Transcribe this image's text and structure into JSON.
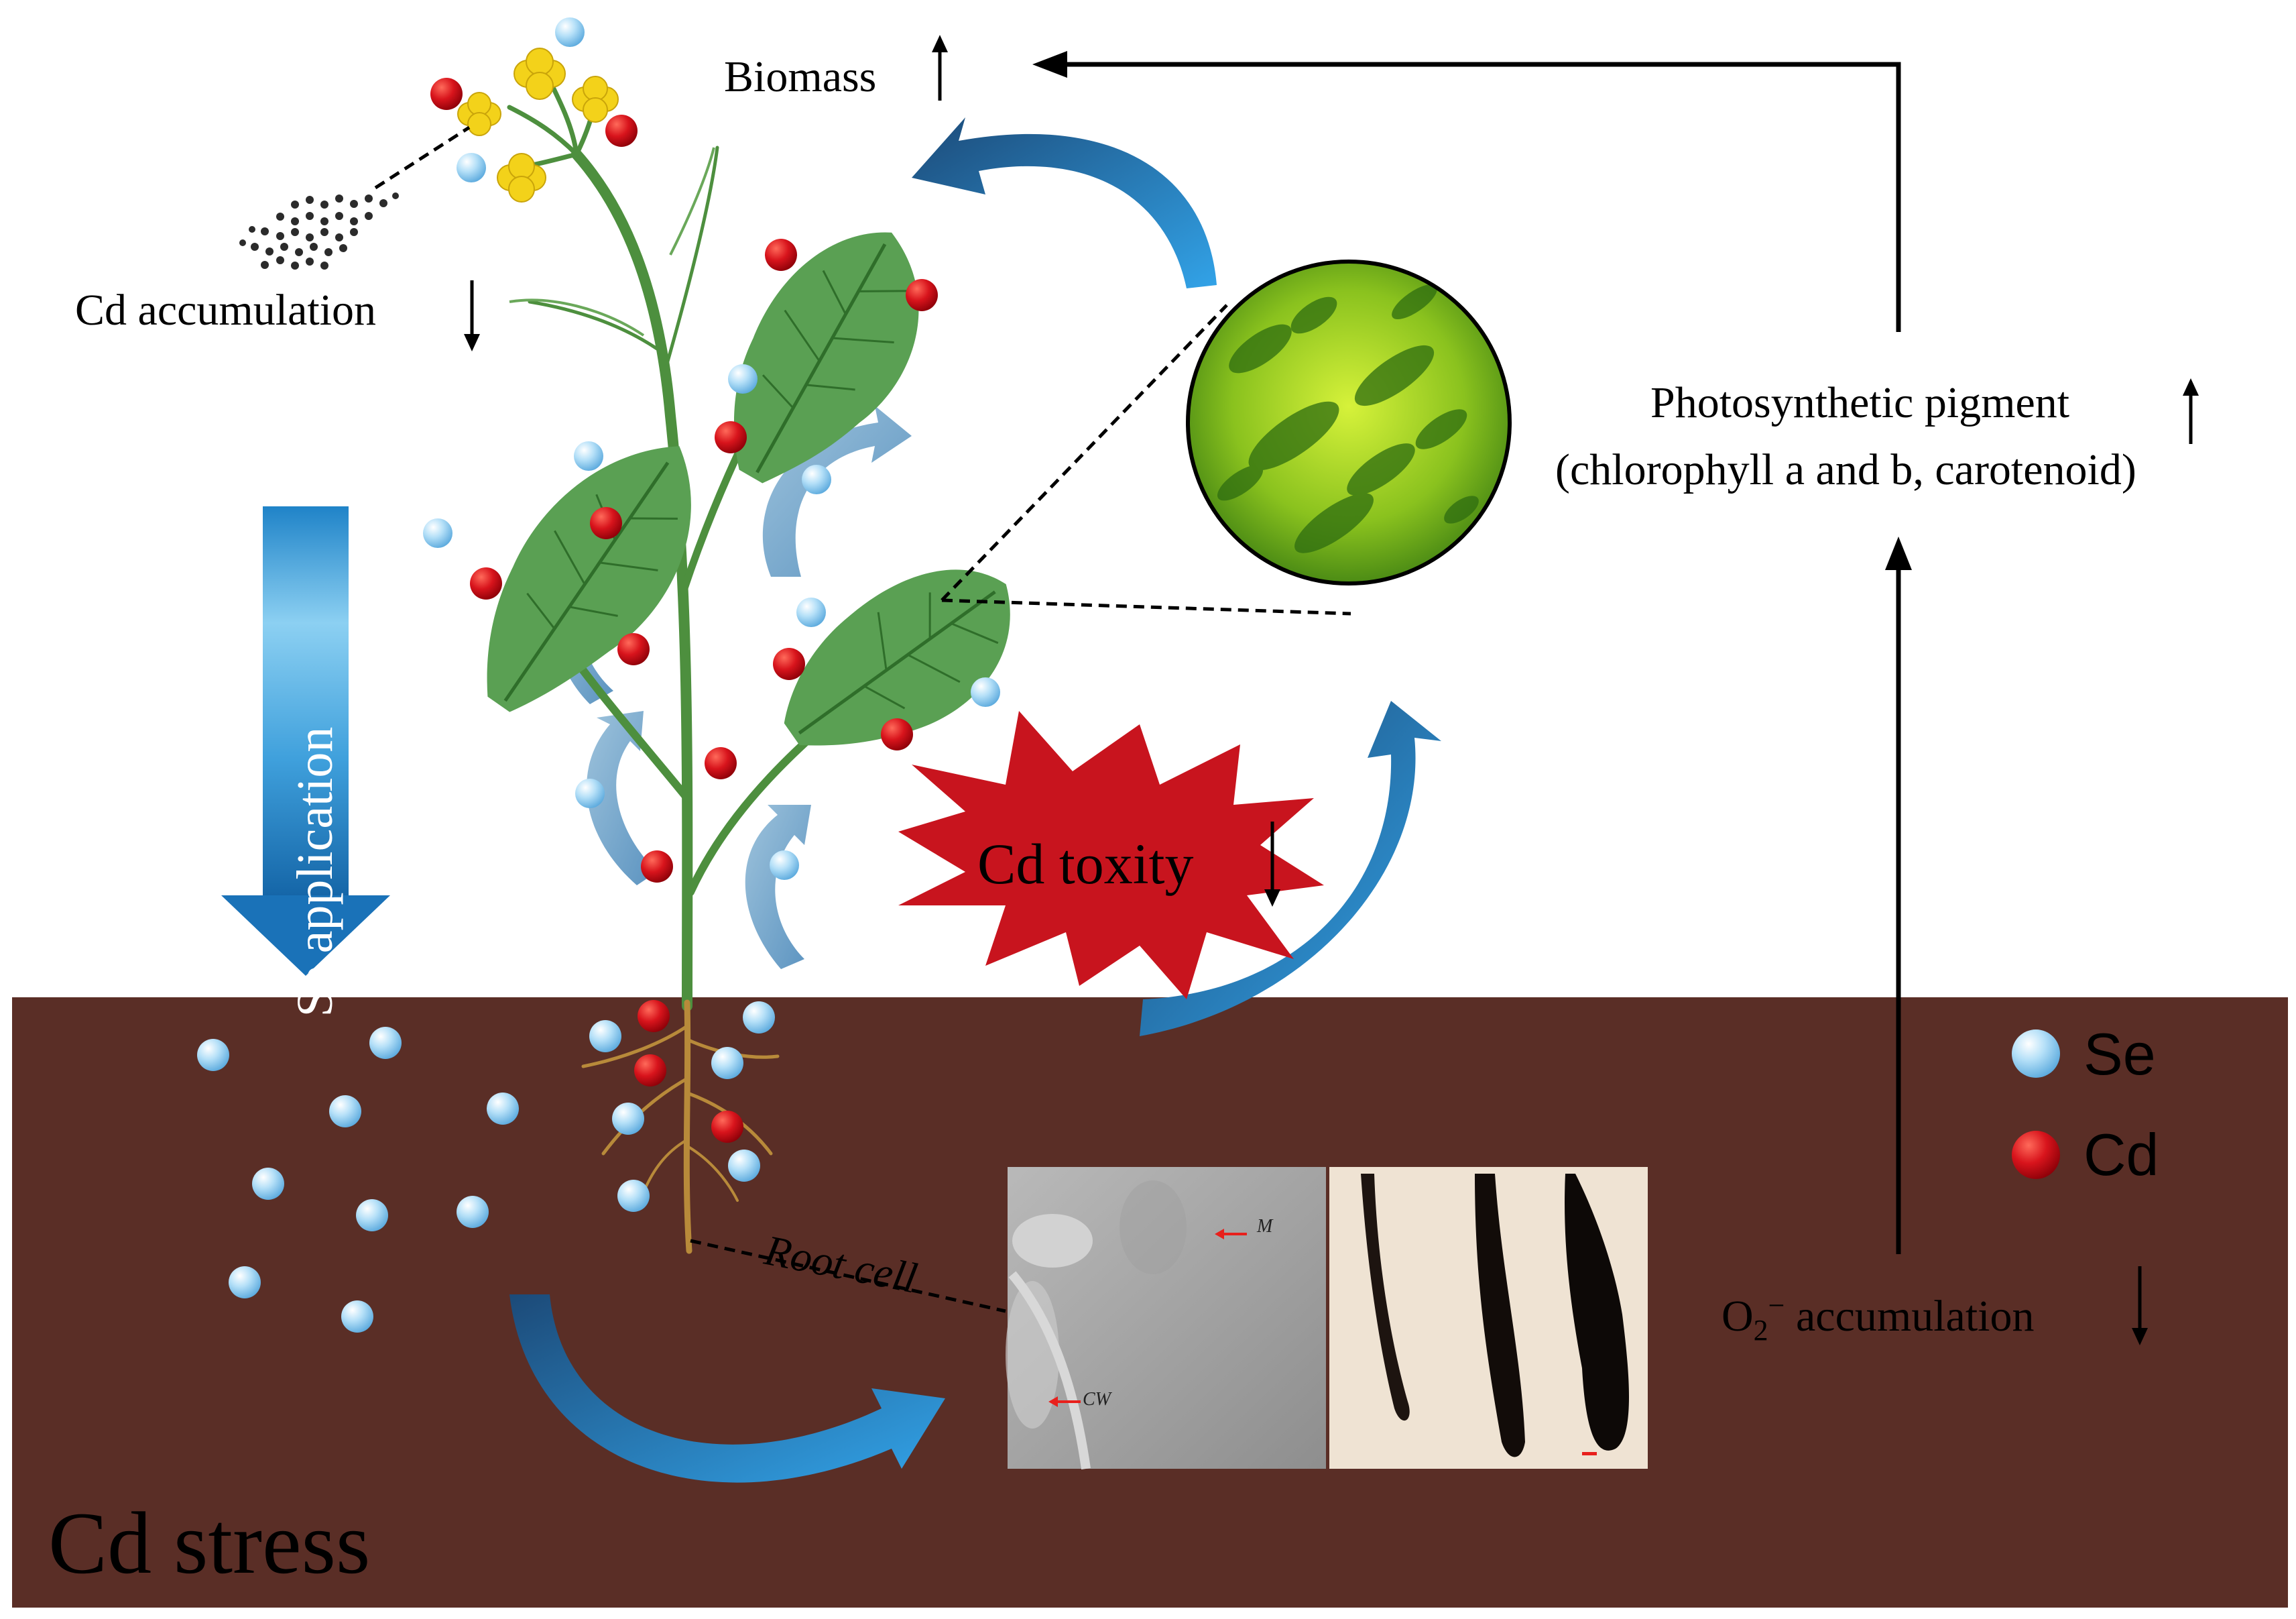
{
  "labels": {
    "cd_accumulation": "Cd accumulation",
    "biomass": "Biomass",
    "photosynthetic_pigment": "Photosynthetic pigment",
    "pigment_detail": "(chlorophyll a and b, carotenoid)",
    "o2_base": "O",
    "o2_sub": "2",
    "o2_sup": "−",
    "o2_rest": " accumulation",
    "cd_toxity": "Cd toxity",
    "cd_stress": "Cd stress",
    "se_application": "Se application",
    "root_cell": "Root cell",
    "micrograph_m": "M",
    "micrograph_cw": "CW"
  },
  "legend": [
    {
      "label": "Se",
      "color": "#9fd3f2"
    },
    {
      "label": "Cd",
      "color": "#c4101a"
    }
  ],
  "colors": {
    "soil": "#5a2e26",
    "leaf": "#5aa053",
    "stem": "#4d8f3e",
    "flower": "#f3d21a",
    "se_particle": "#9fd3f2",
    "cd_particle": "#c4101a",
    "cycle_arrow": "#2e8fd6",
    "burst": "#c8141e"
  },
  "indicators": {
    "cd_accumulation": "down",
    "biomass": "up",
    "photosynthetic_pigment": "up",
    "o2_accumulation": "down",
    "cd_toxity": "down"
  }
}
